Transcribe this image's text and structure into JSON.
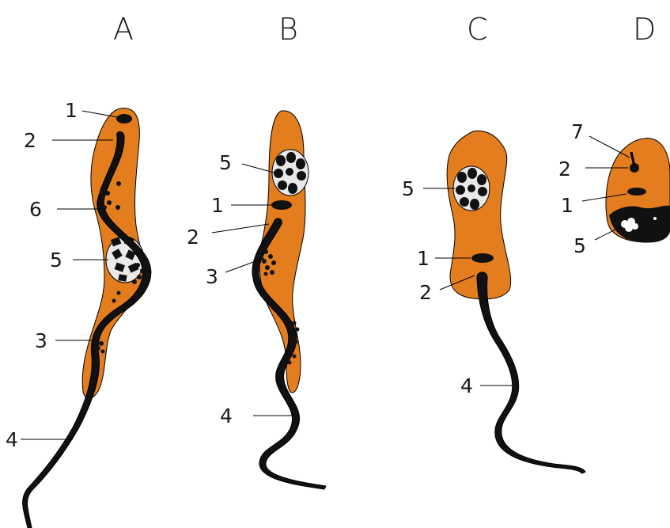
{
  "panels": [
    {
      "letter": "A"
    },
    {
      "letter": "B"
    },
    {
      "letter": "C"
    },
    {
      "letter": "D"
    }
  ],
  "labels": {
    "A": [
      "1",
      "2",
      "6",
      "5",
      "3",
      "4"
    ],
    "B": [
      "5",
      "1",
      "2",
      "3",
      "4"
    ],
    "C": [
      "5",
      "1",
      "2",
      "4"
    ],
    "D": [
      "7",
      "2",
      "1",
      "5"
    ]
  },
  "colors": {
    "cell_body": "#e47d1e",
    "flagellum": "#111111",
    "nucleus_background": "#e9e9e9",
    "outline": "#000000"
  }
}
